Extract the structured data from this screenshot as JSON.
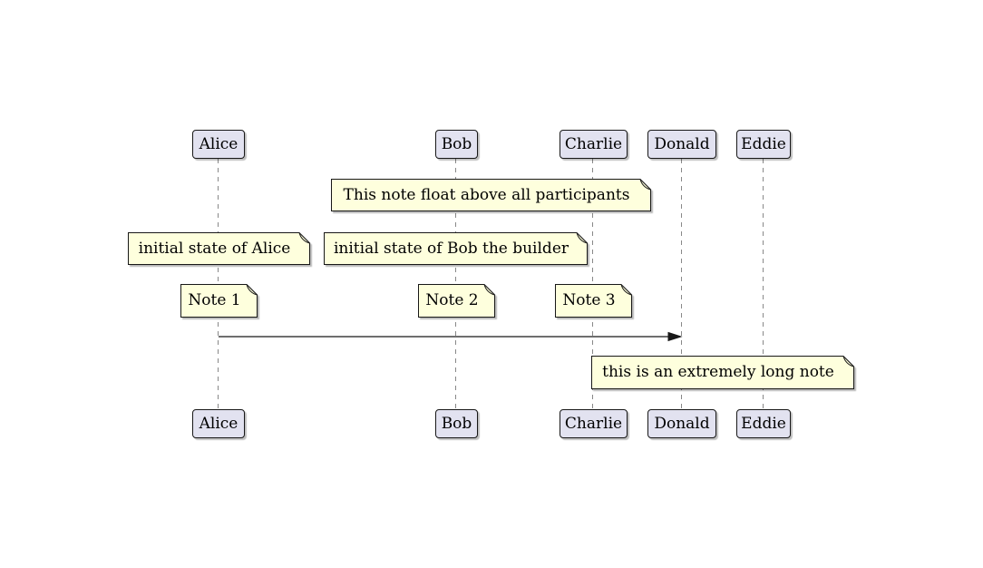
{
  "diagram": {
    "type": "sequence-diagram",
    "participants": [
      {
        "id": "alice",
        "label": "Alice"
      },
      {
        "id": "bob",
        "label": "Bob"
      },
      {
        "id": "charlie",
        "label": "Charlie"
      },
      {
        "id": "donald",
        "label": "Donald"
      },
      {
        "id": "eddie",
        "label": "Eddie"
      }
    ],
    "notes": [
      {
        "id": "float-note",
        "text": "This note float above all participants"
      },
      {
        "id": "alice-state-note",
        "text": "initial state of Alice"
      },
      {
        "id": "bob-state-note",
        "text": "initial state of Bob the builder"
      },
      {
        "id": "note-1",
        "text": "Note 1"
      },
      {
        "id": "note-2",
        "text": "Note 2"
      },
      {
        "id": "note-3",
        "text": "Note 3"
      },
      {
        "id": "long-note",
        "text": "this is an extremely long note"
      }
    ],
    "messages": [
      {
        "from": "Alice",
        "to": "Donald"
      }
    ],
    "colors": {
      "background": "#FFFFFF",
      "participant_fill": "#E2E2F0",
      "note_fill": "#FEFFDD",
      "border": "#181818",
      "lifeline": "#888888",
      "arrow": "#181818"
    }
  }
}
